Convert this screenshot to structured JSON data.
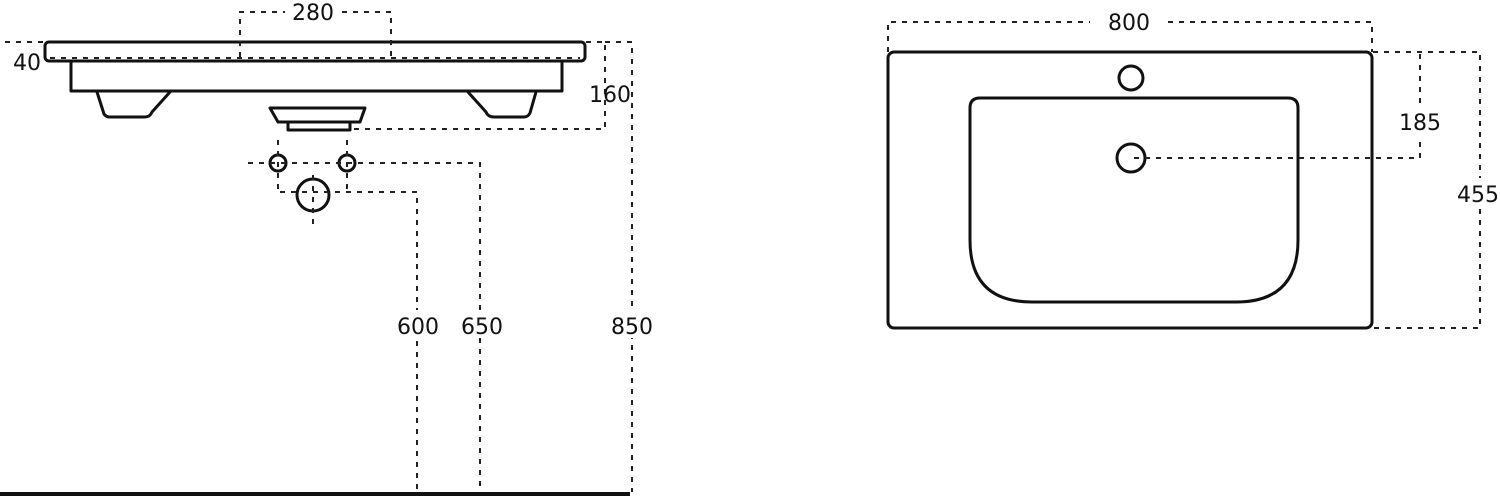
{
  "side_view": {
    "dimensions": {
      "tap_hole_spacing": "280",
      "slab_thickness": "40",
      "basin_depth": "160",
      "inlet_height_low": "600",
      "inlet_height_high": "650",
      "total_height": "850"
    }
  },
  "top_view": {
    "dimensions": {
      "width": "800",
      "drain_offset": "185",
      "depth": "455"
    }
  }
}
